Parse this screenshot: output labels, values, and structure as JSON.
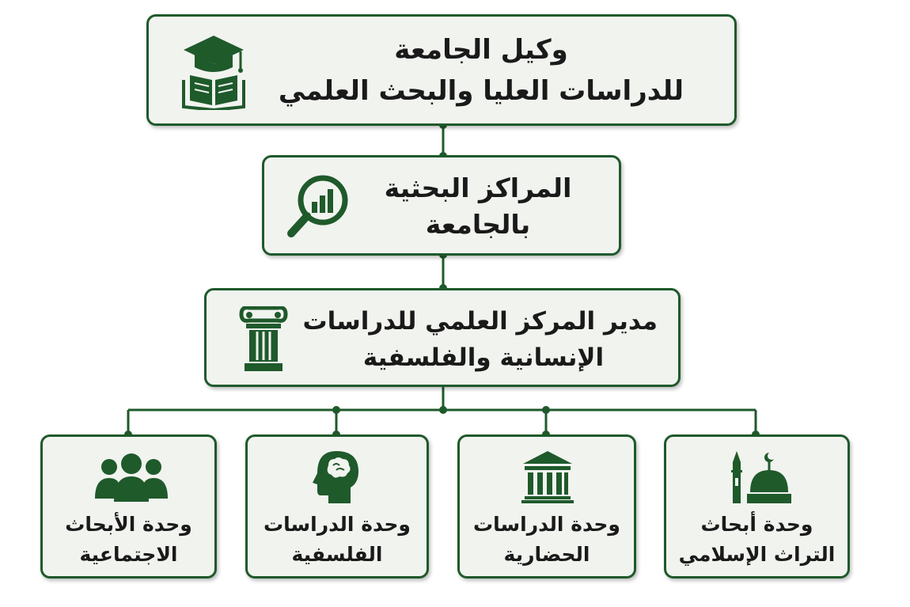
{
  "colors": {
    "accent": "#1f5a2b",
    "box_fill": "#f1f3ef",
    "text": "#1a1a1a"
  },
  "top": {
    "line1": "وكيل الجامعة",
    "line2": "للدراسات العليا والبحث العلمي",
    "icon": "graduation-cap-book-icon"
  },
  "centers": {
    "line1": "المراكز البحثية",
    "line2": "بالجامعة",
    "icon": "magnifier-chart-icon"
  },
  "director": {
    "line1": "مدير المركز العلمي للدراسات",
    "line2": "الإنسانية والفلسفية",
    "icon": "column-icon"
  },
  "units": [
    {
      "line1": "وحدة الأبحاث",
      "line2": "الاجتماعية",
      "icon": "people-group-icon"
    },
    {
      "line1": "وحدة الدراسات",
      "line2": "الفلسفية",
      "icon": "head-brain-icon"
    },
    {
      "line1": "وحدة الدراسات",
      "line2": "الحضارية",
      "icon": "classical-building-icon"
    },
    {
      "line1": "وحدة أبحاث",
      "line2": "التراث الإسلامي",
      "icon": "mosque-icon"
    }
  ]
}
